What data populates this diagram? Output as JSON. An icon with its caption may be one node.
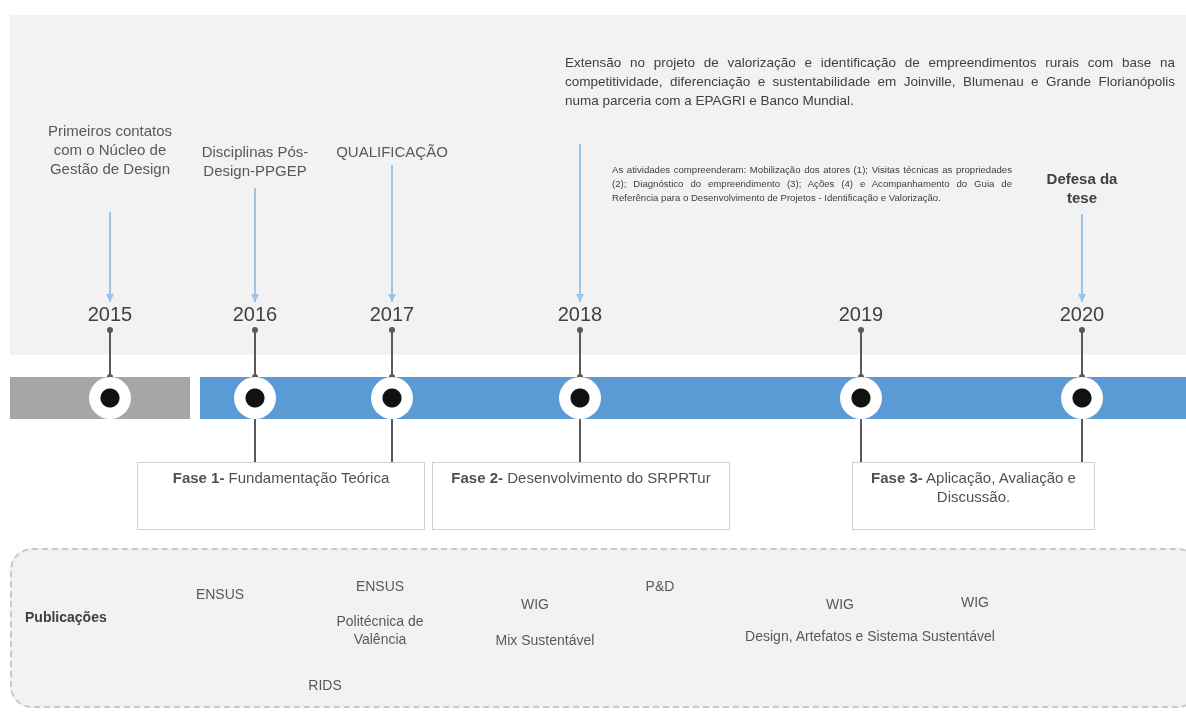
{
  "diagram": {
    "nodes": [
      {
        "text": [
          "Primeiros contatos com o Núcleo de Gestão de Design"
        ]
      },
      {
        "text": [
          "2015"
        ]
      },
      {
        "text": [
          "Disciplinas Pós-Design-PPGEP"
        ]
      },
      {
        "text": [
          "2016"
        ]
      },
      {
        "text": [
          "QUALIFICAÇÃO"
        ]
      },
      {
        "text": [
          "2017"
        ]
      },
      {
        "text": [
          "Extensão no projeto de valorização e identificação de empreendimentos rurais com base na competitividade, diferenciação e sustentabilidade em Joinville, Blumenau e Grande Florianópolis numa parceria com a EPAGRI e Banco Mundial."
        ]
      },
      {
        "text": [
          "As atividades compreenderam: Mobilização dos atores (1); Visitas técnicas as propriedades (2); Diagnóstico do empreendimento (3); Ações (4) e Acompanhamento do Guia de Referência para o Desenvolvimento de Projetos - Identificação e Valorização."
        ]
      },
      {
        "text": [
          "2018"
        ]
      },
      {
        "text": [
          "2019"
        ]
      },
      {
        "text": [
          "Defesa da tese"
        ]
      },
      {
        "text": [
          "2020"
        ]
      },
      {
        "text": [],
        "shape": "circle"
      },
      {
        "text": [],
        "shape": "circle"
      },
      {
        "text": [],
        "shape": "circle"
      },
      {
        "text": [],
        "shape": "circle"
      },
      {
        "text": [],
        "shape": "circle"
      },
      {
        "text": [],
        "shape": "circle"
      },
      {
        "text": [
          "**Fase 1-** Fundamentação Teórica"
        ]
      },
      {
        "text": [
          "**Fase 2-** Desenvolvimento do SRPRTur"
        ]
      },
      {
        "text": [
          "**Fase 3-** Aplicação, Avaliação e Discussão."
        ]
      }
    ],
    "edges": [
      {
        "from": 0,
        "to": 1,
        "arrow": "to",
        "color": "#9dc3e6"
      },
      {
        "from": 2,
        "to": 3,
        "arrow": "to",
        "color": "#9dc3e6"
      },
      {
        "from": 4,
        "to": 5,
        "arrow": "to",
        "color": "#9dc3e6"
      },
      {
        "from": 6,
        "to": 8,
        "arrow": "to",
        "color": "#9dc3e6"
      },
      {
        "from": 10,
        "to": 11,
        "arrow": "to",
        "color": "#9dc3e6"
      },
      {
        "from": 1,
        "to": 12,
        "arrow": "other"
      },
      {
        "from": 3,
        "to": 13,
        "arrow": "other"
      },
      {
        "from": 5,
        "to": 14,
        "arrow": "other"
      },
      {
        "from": 8,
        "to": 15,
        "arrow": "other"
      },
      {
        "from": 9,
        "to": 16,
        "arrow": "other"
      },
      {
        "from": 11,
        "to": 17,
        "arrow": "other"
      },
      {
        "from": 13,
        "to": 18,
        "arrow": "none"
      },
      {
        "from": 14,
        "to": 18,
        "arrow": "none"
      },
      {
        "from": 15,
        "to": 19,
        "arrow": "none"
      },
      {
        "from": 16,
        "to": 20,
        "arrow": "none"
      },
      {
        "from": 17,
        "to": 20,
        "arrow": "none"
      }
    ],
    "labels": [
      "ENSUS",
      "ENSUS",
      "P&D",
      "WIG",
      "WIG",
      "WIG",
      "Publicações",
      "Politécnica de Valência",
      "Mix Sustentável",
      "Design, Artefatos e Sistema Sustentável",
      "RIDS"
    ]
  }
}
